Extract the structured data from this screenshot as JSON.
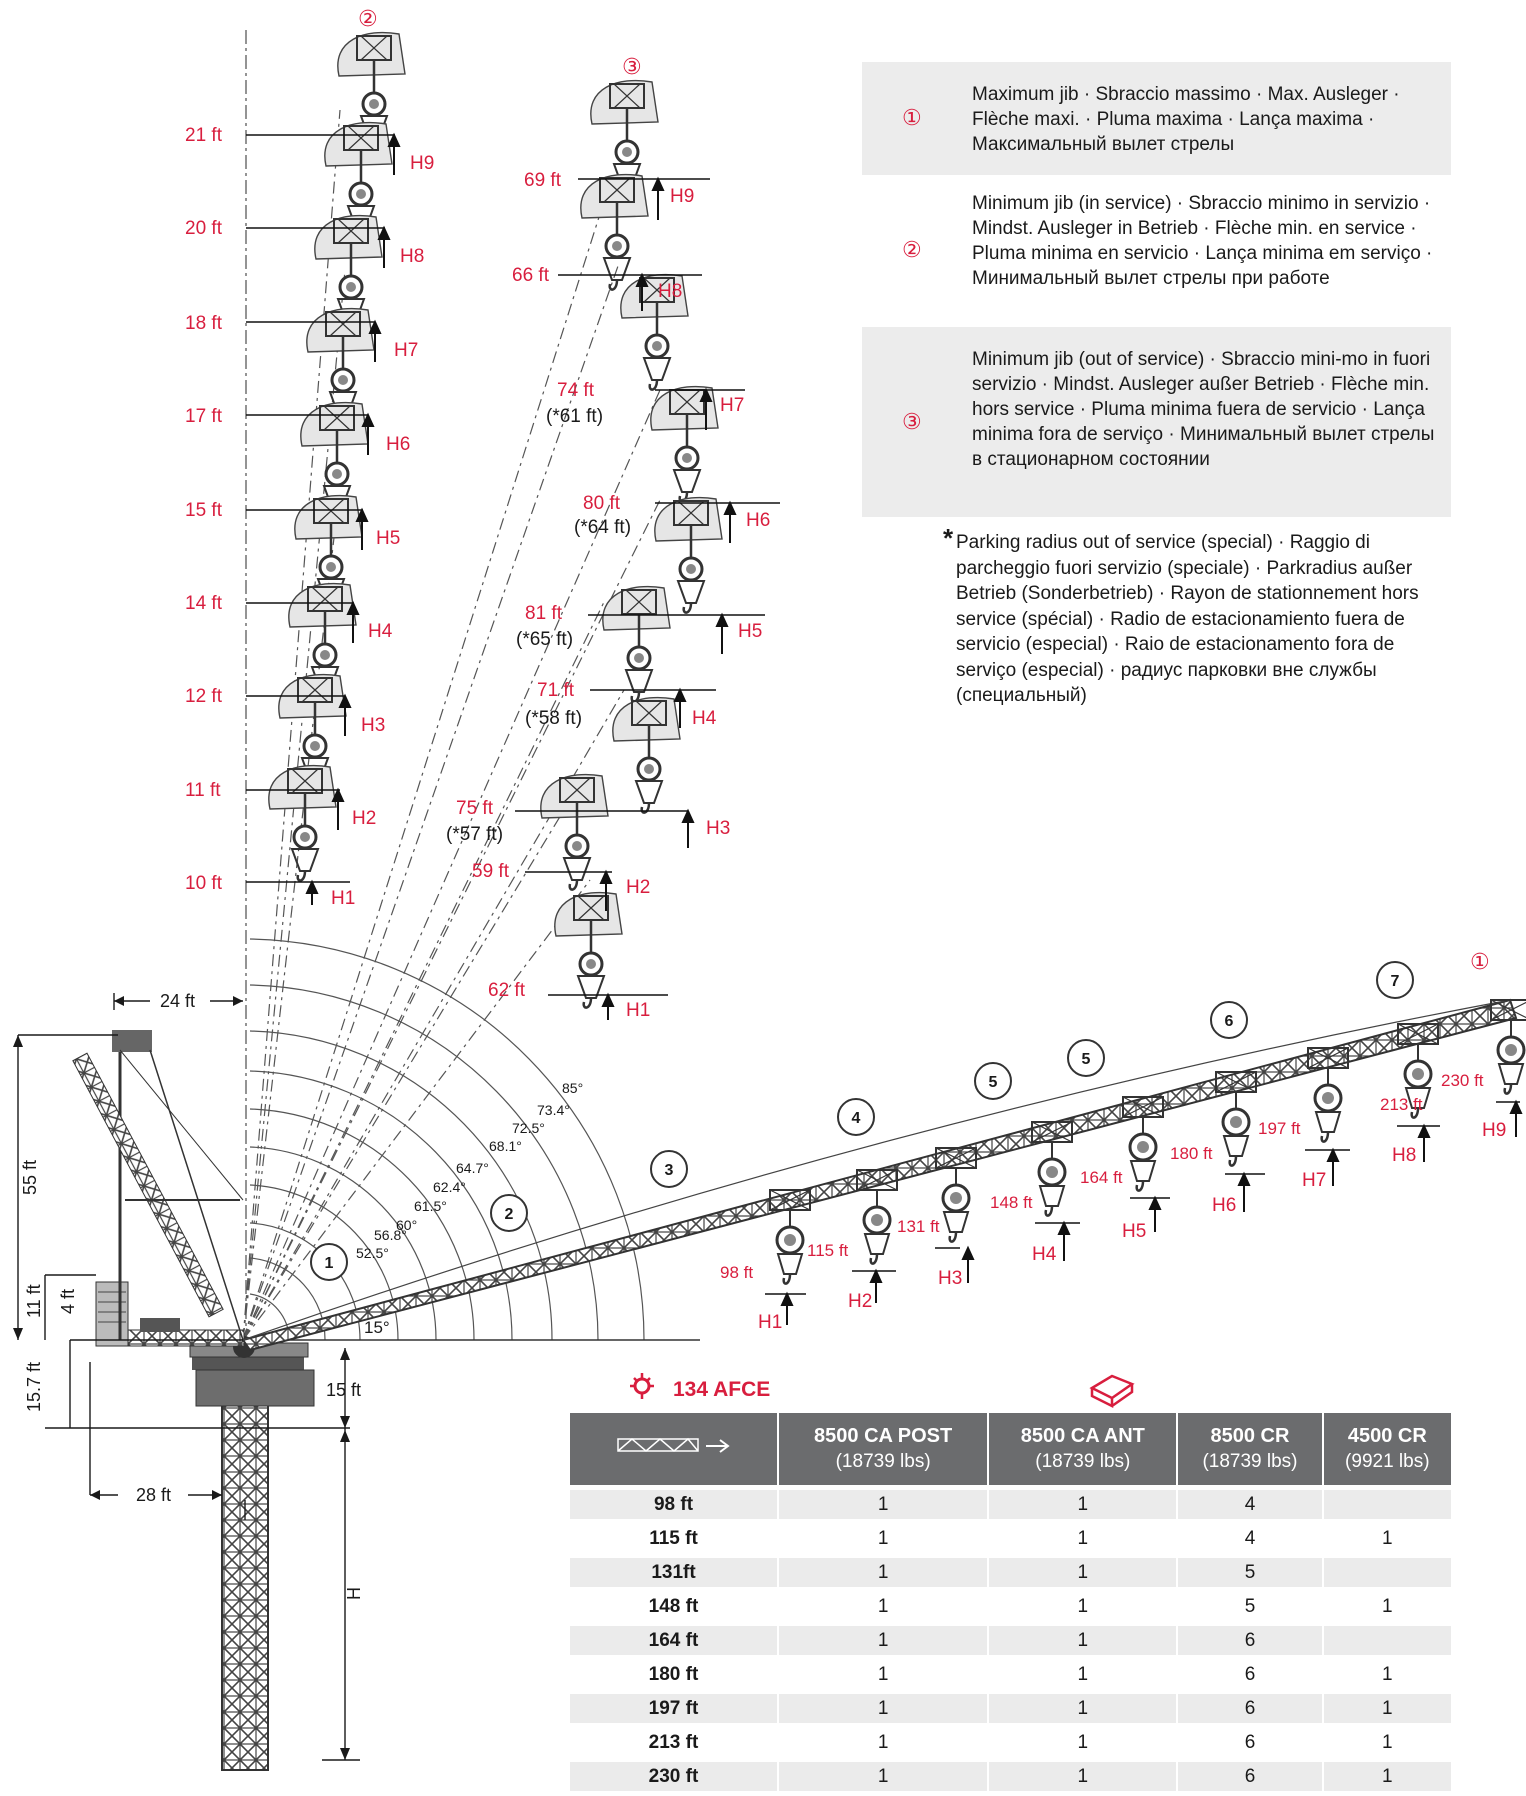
{
  "colors": {
    "accent": "#d81e3e",
    "dark": "#333333",
    "header_bg": "#6b6c6e",
    "shade": "#ebebeb"
  },
  "legend": [
    {
      "marker": "①",
      "text": "Maximum jib · Sbraccio massimo · Max. Ausleger · Flèche maxi. · Pluma maxima · Lança maxima · Максимальный вылет стрелы"
    },
    {
      "marker": "②",
      "text": "Minimum jib (in service) · Sbraccio minimo in servizio · Mindst. Ausleger in Betrieb · Flèche min. en service · Pluma minima en servicio · Lança minima em serviço · Минимальный вылет стрелы при работе"
    },
    {
      "marker": "③",
      "text": "Minimum jib (out of service) · Sbraccio mini-mo in fuori servizio · Mindst. Ausleger außer Betrieb · Flèche min. hors service · Pluma minima fuera de servicio · Lança minima fora de serviço · Минимальный вылет стрелы в стационарном состоянии"
    }
  ],
  "note": {
    "symbol": "*",
    "text": "Parking radius out of service (special) · Raggio di parcheggio fuori servizio (speciale) · Parkradius außer Betrieb (Sonderbetrieb) · Rayon de stationnement hors service (spécial) · Radio de estacionamiento fuera de servicio (especial) · Raio de estacionamento fora de serviço (especial) ·  радиус парковки вне службы (специальный)"
  },
  "markers": {
    "max": "①",
    "min_in": "②",
    "min_out": "③"
  },
  "col2": {
    "radii": [
      "21 ft",
      "20 ft",
      "18 ft",
      "17 ft",
      "15 ft",
      "14 ft",
      "12 ft",
      "11 ft",
      "10 ft"
    ],
    "heights": [
      "H9",
      "H8",
      "H7",
      "H6",
      "H5",
      "H4",
      "H3",
      "H2",
      "H1"
    ]
  },
  "col3": {
    "radii": [
      "69 ft",
      "66 ft",
      "74 ft",
      "80 ft",
      "81 ft",
      "71 ft",
      "75 ft",
      "59 ft",
      "62 ft"
    ],
    "parking": [
      "",
      "",
      "(*61 ft)",
      "(*64 ft)",
      "(*65 ft)",
      "(*58 ft)",
      "(*57 ft)",
      "",
      ""
    ],
    "heights": [
      "H9",
      "H8",
      "H7",
      "H6",
      "H5",
      "H4",
      "H3",
      "H2",
      "H1"
    ]
  },
  "angles": [
    "85°",
    "73.4°",
    "72.5°",
    "68.1°",
    "64.7°",
    "62.4°",
    "61.5°",
    "60°",
    "56.8°",
    "52.5°",
    "15°"
  ],
  "jib": {
    "radii": [
      "98 ft",
      "115 ft",
      "131 ft",
      "148 ft",
      "164 ft",
      "180 ft",
      "197 ft",
      "213 ft",
      "230 ft"
    ],
    "heights": [
      "H1",
      "H2",
      "H3",
      "H4",
      "H5",
      "H6",
      "H7",
      "H8",
      "H9"
    ],
    "sections": [
      "1",
      "2",
      "3",
      "4",
      "5",
      "5",
      "6",
      "7"
    ]
  },
  "dims": {
    "d24": "24 ft",
    "d55": "55 ft",
    "d11": "11 ft",
    "d4": "4 ft",
    "d157": "15.7 ft",
    "d15": "15 ft",
    "d28": "28 ft",
    "H": "H"
  },
  "table": {
    "title": "134 AFCE",
    "columns": [
      {
        "name": "8500 CA POST",
        "weight": "(18739 lbs)"
      },
      {
        "name": "8500 CA ANT",
        "weight": "(18739 lbs)"
      },
      {
        "name": "8500 CR",
        "weight": "(18739 lbs)"
      },
      {
        "name": "4500 CR",
        "weight": "(9921 lbs)"
      }
    ],
    "rows": [
      {
        "length": "98 ft",
        "v": [
          "1",
          "1",
          "4",
          ""
        ]
      },
      {
        "length": "115 ft",
        "v": [
          "1",
          "1",
          "4",
          "1"
        ]
      },
      {
        "length": "131ft",
        "v": [
          "1",
          "1",
          "5",
          ""
        ]
      },
      {
        "length": "148 ft",
        "v": [
          "1",
          "1",
          "5",
          "1"
        ]
      },
      {
        "length": "164 ft",
        "v": [
          "1",
          "1",
          "6",
          ""
        ]
      },
      {
        "length": "180 ft",
        "v": [
          "1",
          "1",
          "6",
          "1"
        ]
      },
      {
        "length": "197 ft",
        "v": [
          "1",
          "1",
          "6",
          "1"
        ]
      },
      {
        "length": "213 ft",
        "v": [
          "1",
          "1",
          "6",
          "1"
        ]
      },
      {
        "length": "230 ft",
        "v": [
          "1",
          "1",
          "6",
          "1"
        ]
      }
    ]
  }
}
